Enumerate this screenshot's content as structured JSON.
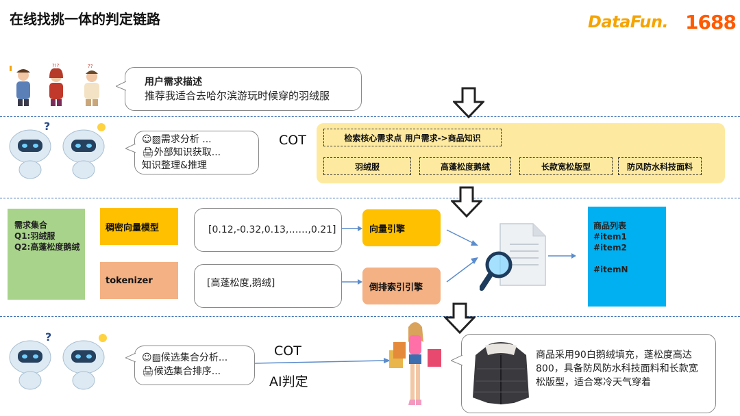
{
  "header": {
    "title": "在线找挑一体的判定链路",
    "logo_datafun": "DataFun.",
    "logo_1688": "1688"
  },
  "user_need": {
    "heading": "用户需求描述",
    "text": "推荐我适合去哈尔滨游玩时候穿的羽绒服"
  },
  "analysis": {
    "line1": "需求分析 ...",
    "line2": "外部知识获取...",
    "line3": "知识整理&推理",
    "cot": "COT"
  },
  "knowledge": {
    "header": "检索核心需求点 用户需求->商品知识",
    "tags": [
      "羽绒服",
      "高蓬松度鹅绒",
      "长款宽松版型",
      "防风防水科技面料"
    ]
  },
  "retrieval": {
    "needs_title": "需求集合",
    "needs_q1": "Q1:羽绒服",
    "needs_q2": "Q2:高蓬松度鹅绒",
    "dense_model": "稠密向量模型",
    "vector_text": "[0.12,-0.32,0.13,……,0.21]",
    "vector_engine": "向量引擎",
    "tokenizer": "tokenizer",
    "token_text": "[高蓬松度,鹅绒]",
    "inverted_engine": "倒排索引引擎",
    "results_title": "商品列表",
    "results_items": [
      "#item1",
      "#item2",
      "",
      "#itemN"
    ]
  },
  "judge": {
    "line1": "候选集合分析...",
    "line2": "候选集合排序...",
    "cot": "COT",
    "ai": "AI判定",
    "product_text": "商品采用90白鹅绒填充，蓬松度高达800，具备防风防水科技面料和长款宽松版型，适合寒冷天气穿着"
  },
  "colors": {
    "yellow_panel": "#fdeaa0",
    "green": "#a8d38a",
    "orange": "#ffc000",
    "salmon": "#f4b183",
    "blue": "#00b0f0",
    "divider": "#3a6fb5",
    "logo_datafun": "#f5a400",
    "logo_1688": "#ff5a00"
  }
}
